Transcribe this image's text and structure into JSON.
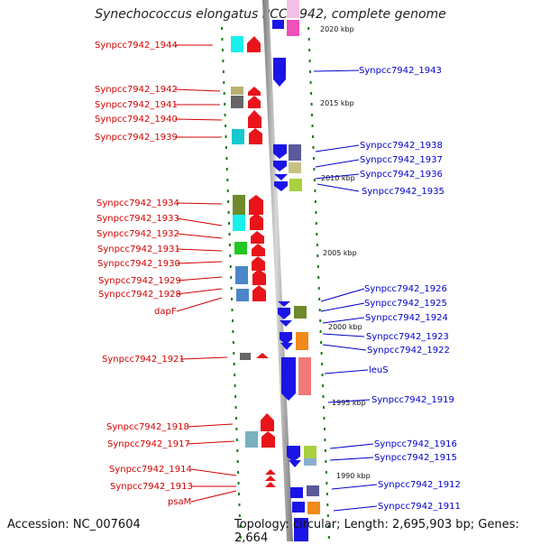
{
  "title": "Synechococcus elongatus PCC 7942, complete genome",
  "footer": {
    "accession": "Accession: NC_007604",
    "summary": "Topology: circular; Length: 2,695,903 bp; Genes: 2,664"
  },
  "ticks": [
    "2020 kbp",
    "2015 kbp",
    "2010 kbp",
    "2005 kbp",
    "2000 kbp",
    "1995 kbp",
    "1990 kbp"
  ],
  "left_labels": [
    "Synpcc7942_1944",
    "Synpcc7942_1942",
    "Synpcc7942_1941",
    "Synpcc7942_1940",
    "Synpcc7942_1939",
    "Synpcc7942_1934",
    "Synpcc7942_1933",
    "Synpcc7942_1932",
    "Synpcc7942_1931",
    "Synpcc7942_1930",
    "Synpcc7942_1929",
    "Synpcc7942_1928",
    "dapF",
    "Synpcc7942_1921",
    "Synpcc7942_1918",
    "Synpcc7942_1917",
    "Synpcc7942_1914",
    "Synpcc7942_1913",
    "psaM"
  ],
  "right_labels": [
    "Synpcc7942_1943",
    "Synpcc7942_1938",
    "Synpcc7942_1937",
    "Synpcc7942_1936",
    "Synpcc7942_1935",
    "Synpcc7942_1926",
    "Synpcc7942_1925",
    "Synpcc7942_1924",
    "Synpcc7942_1923",
    "Synpcc7942_1922",
    "leuS",
    "Synpcc7942_1919",
    "Synpcc7942_1916",
    "Synpcc7942_1915",
    "Synpcc7942_1912",
    "Synpcc7942_1911"
  ],
  "colors": {
    "forward_strand": "#e8141a",
    "reverse_strand": "#1b14e6",
    "backbone": "#a6a6a6",
    "left_label": "#d40000",
    "right_label": "#0000cc",
    "tick_mark": "#1a7a1a"
  }
}
